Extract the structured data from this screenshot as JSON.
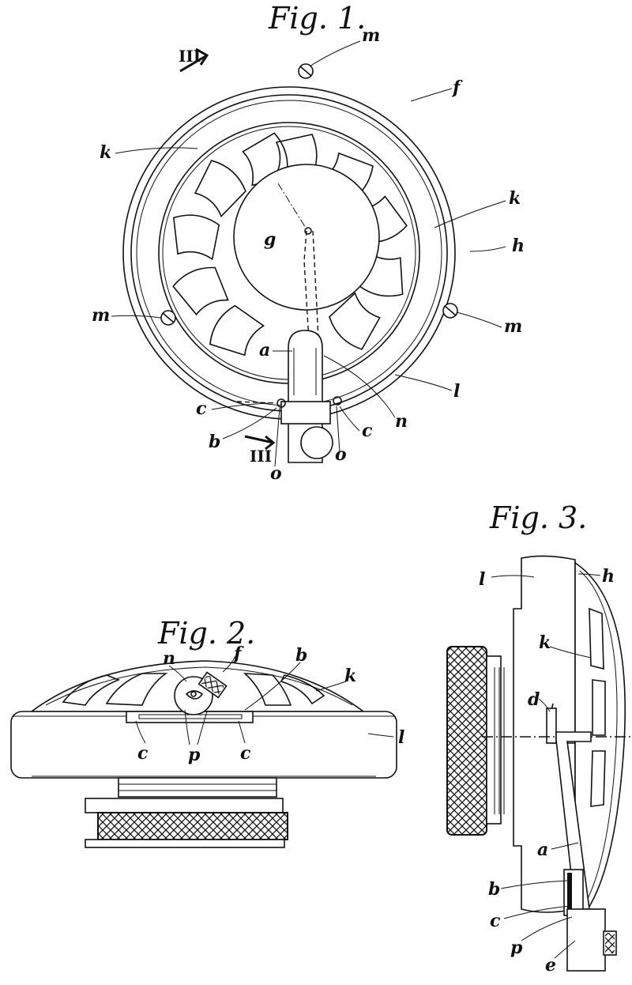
{
  "figures": {
    "fig1": {
      "title": "Fig. 1.",
      "labels": {
        "m_top": "m",
        "f": "f",
        "k_left": "k",
        "k_right": "k",
        "g": "g",
        "h": "h",
        "m_left": "m",
        "m_right": "m",
        "a": "a",
        "n": "n",
        "l": "l",
        "c_left": "c",
        "c_right": "c",
        "b": "b",
        "o_left": "o",
        "o_right": "o",
        "section_top": "III",
        "section_bottom": "III"
      }
    },
    "fig2": {
      "title": "Fig. 2.",
      "labels": {
        "n": "n",
        "f": "f",
        "b": "b",
        "k": "k",
        "l": "l",
        "c_left": "c",
        "p": "p",
        "c_right": "c"
      }
    },
    "fig3": {
      "title": "Fig. 3.",
      "labels": {
        "l": "l",
        "h": "h",
        "k": "k",
        "d": "d",
        "a": "a",
        "b": "b",
        "c": "c",
        "p": "p",
        "e": "e"
      }
    }
  }
}
